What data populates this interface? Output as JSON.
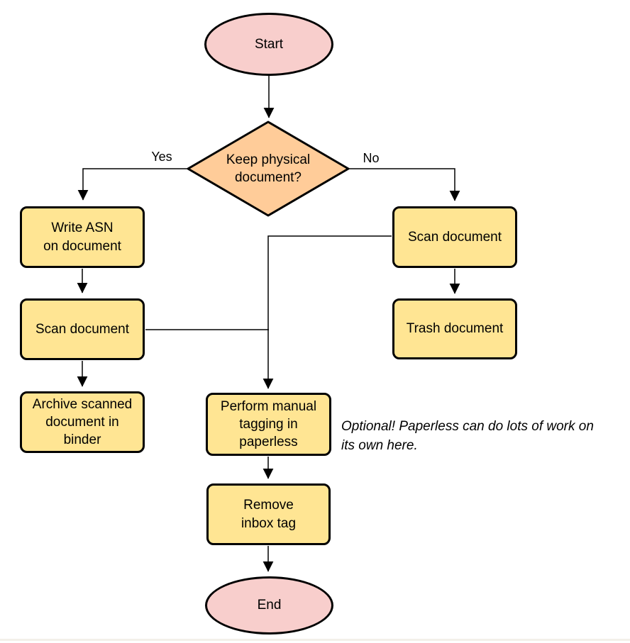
{
  "diagram": {
    "type": "flowchart",
    "nodes": {
      "start": {
        "label": "Start",
        "shape": "terminator"
      },
      "decision": {
        "label": "Keep physical\ndocument?",
        "shape": "decision"
      },
      "write_asn": {
        "label": "Write ASN\non document",
        "shape": "process"
      },
      "scan_left": {
        "label": "Scan document",
        "shape": "process"
      },
      "archive": {
        "label": "Archive scanned\ndocument in\nbinder",
        "shape": "process"
      },
      "scan_right": {
        "label": "Scan document",
        "shape": "process"
      },
      "trash": {
        "label": "Trash document",
        "shape": "process"
      },
      "perform_tagging": {
        "label": "Perform manual\ntagging in\npaperless",
        "shape": "process"
      },
      "remove_inbox": {
        "label": "Remove\ninbox tag",
        "shape": "process"
      },
      "end": {
        "label": "End",
        "shape": "terminator"
      }
    },
    "edge_labels": {
      "yes": "Yes",
      "no": "No"
    },
    "note": "Optional! Paperless can do lots of work on\nits own here.",
    "colors": {
      "terminator_fill": "#f8cecc",
      "decision_fill": "#ffcc99",
      "process_fill": "#ffe593",
      "stroke": "#000000",
      "text": "#000000"
    }
  }
}
